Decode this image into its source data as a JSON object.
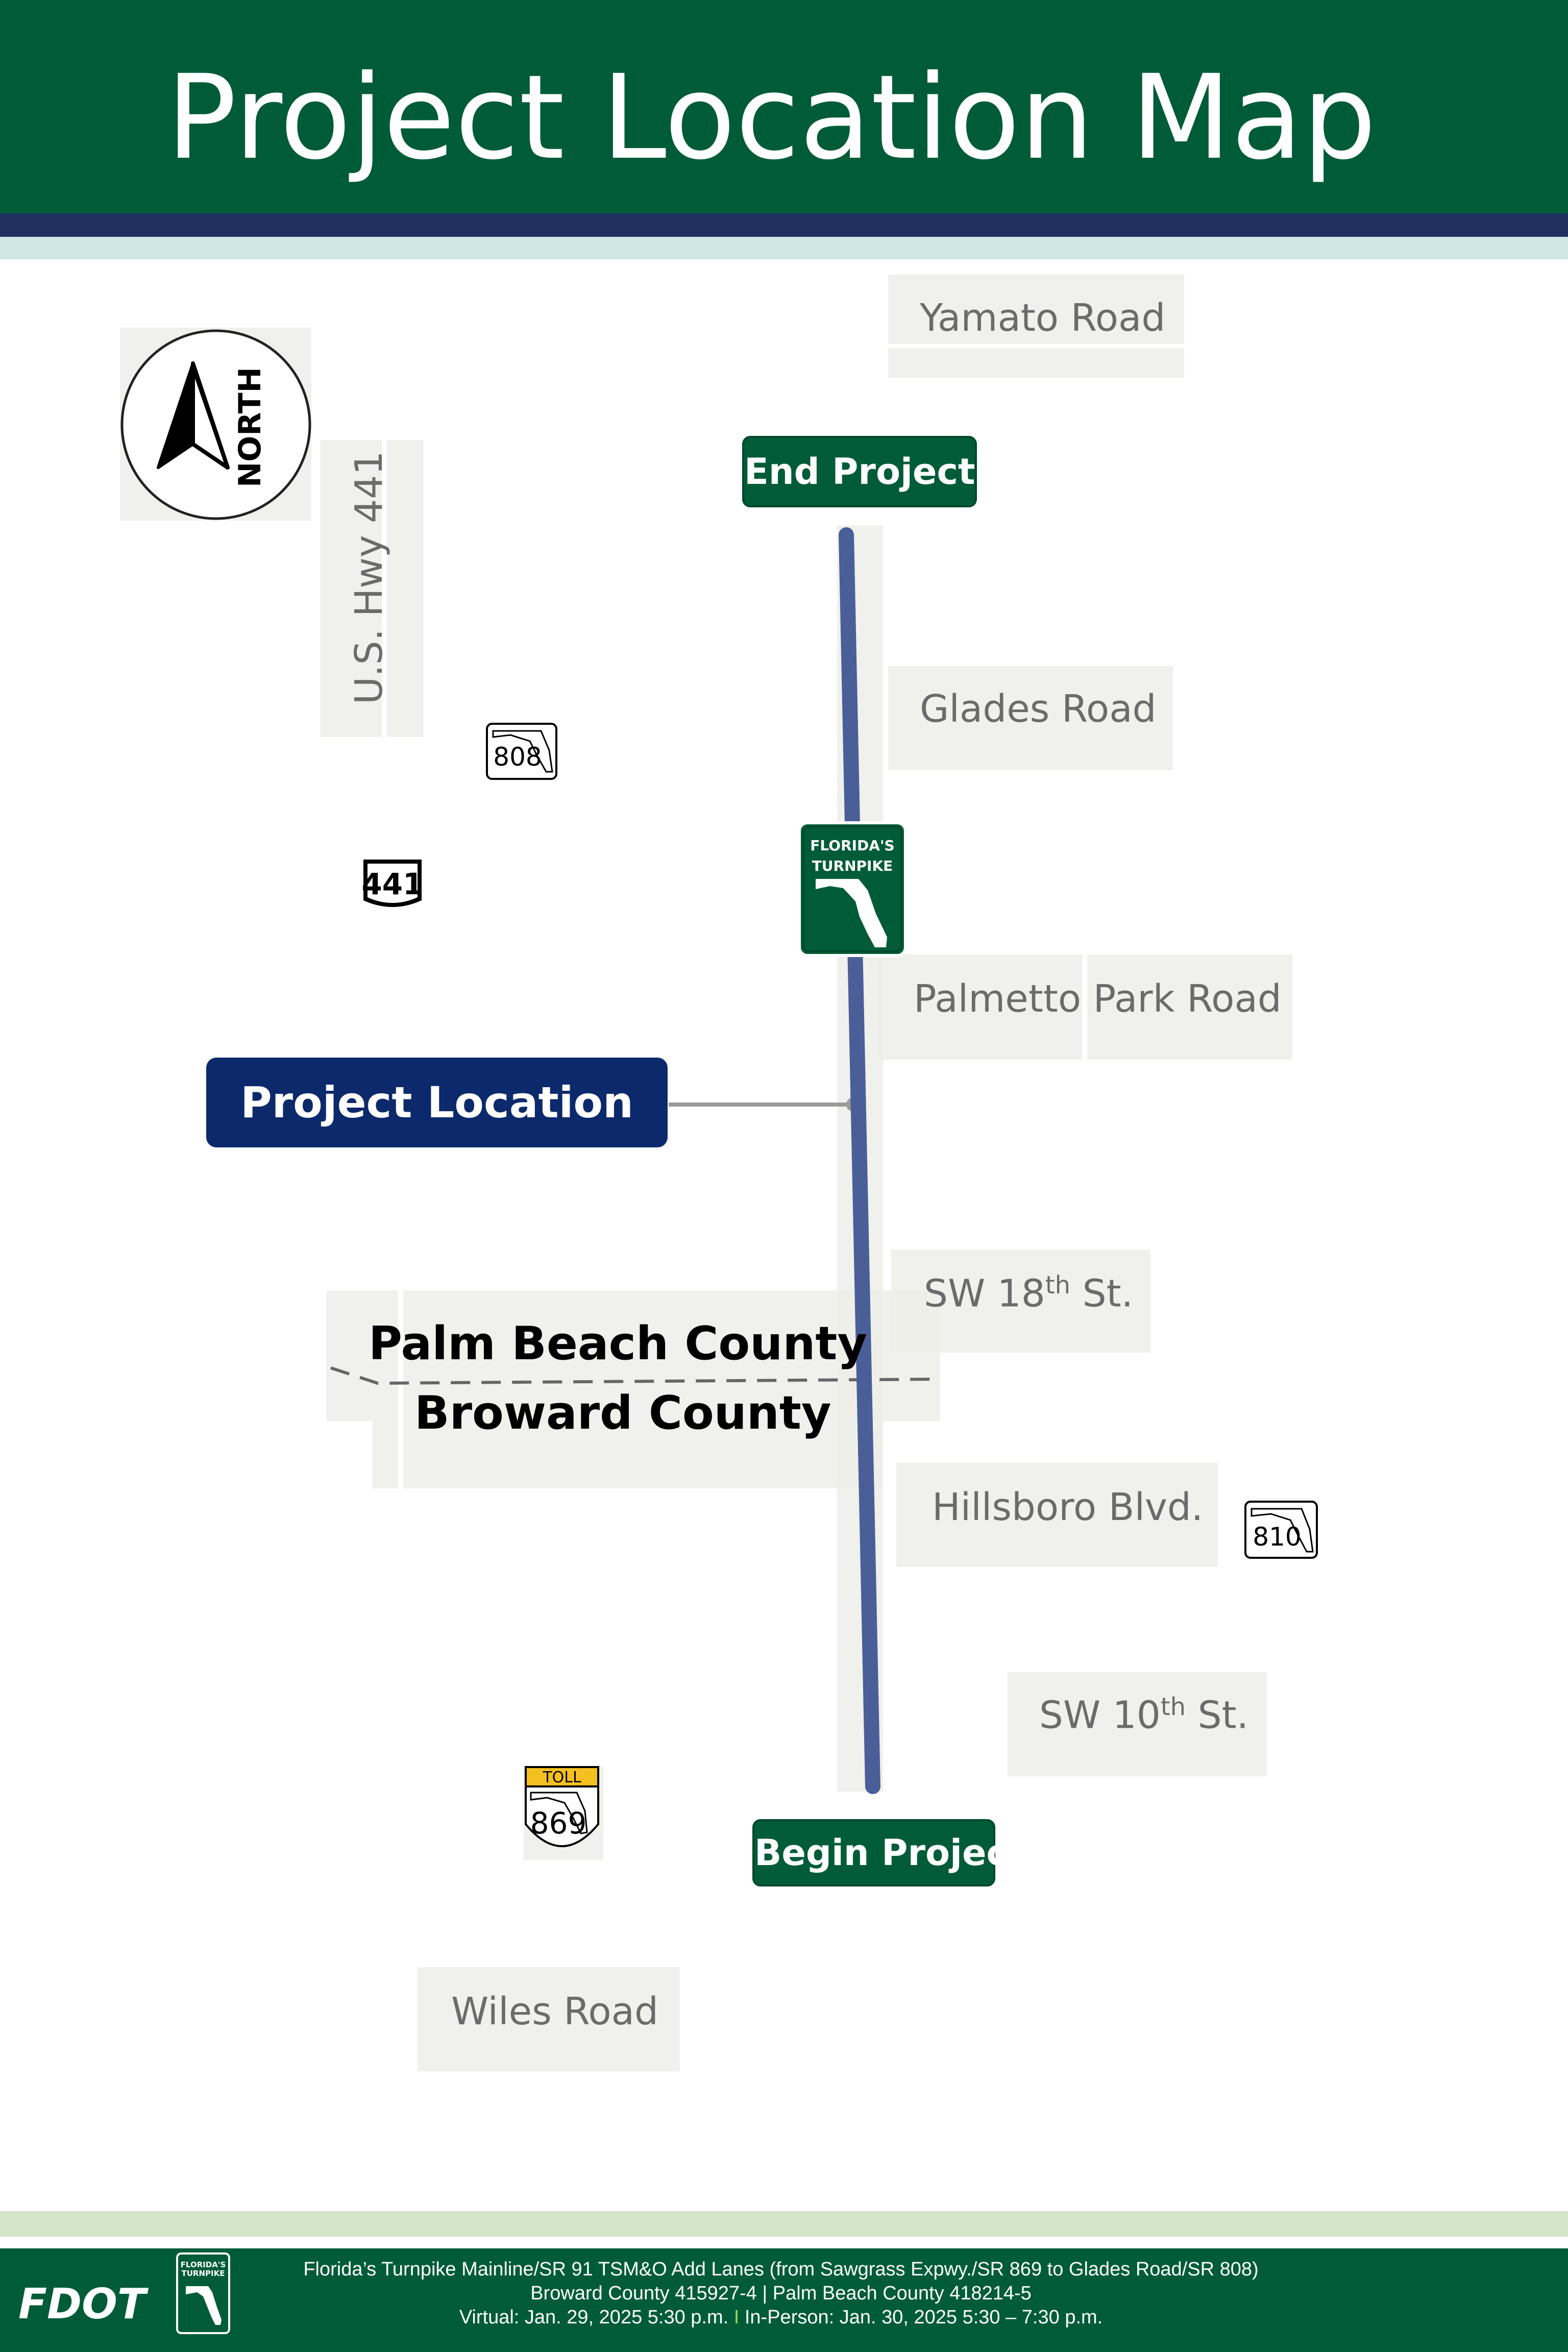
{
  "header": {
    "title": "Project Location Map"
  },
  "compass": {
    "label": "NORTH"
  },
  "roads": {
    "yamato": "Yamato Road",
    "glades": "Glades Road",
    "palmetto": "Palmetto Park Road",
    "sw18_main": "SW 18",
    "sw18_sup": "th",
    "sw18_tail": " St.",
    "hillsboro": "Hillsboro Blvd.",
    "sw10_main": "SW 10",
    "sw10_sup": "th",
    "sw10_tail": " St.",
    "wiles": "Wiles Road",
    "us441": "U.S. Hwy 441"
  },
  "shields": {
    "sr808": "808",
    "us441": "441",
    "sr810": "810",
    "sr869": "869",
    "toll": "TOLL",
    "turnpike_line1": "FLORIDA'S",
    "turnpike_line2": "TURNPIKE"
  },
  "labels": {
    "end_project": "End Project",
    "begin_project": "Begin Project",
    "project_location": "Project Location",
    "palm_beach": "Palm Beach County",
    "broward": "Broward County"
  },
  "colors": {
    "brand_green": "#005c38",
    "navy": "#20305f",
    "project_line": "#4a5f98",
    "label_navy": "#0c2a6b"
  },
  "footer": {
    "logo": "FDOT",
    "line1": "Florida’s Turnpike  Mainline/SR 91  TSM&O  Add Lanes (from Sawgrass Expwy./SR 869 to Glades Road/SR 808)",
    "line2": "Broward County 415927-4 | Palm Beach County  418214-5",
    "line3a": "Virtual:  Jan. 29, 2025 5:30 p.m.  ",
    "sep": "I",
    "line3b": " In-Person: Jan. 30, 2025 5:30 – 7:30 p.m.",
    "mini_line1": "FLORIDA'S",
    "mini_line2": "TURNPIKE"
  }
}
